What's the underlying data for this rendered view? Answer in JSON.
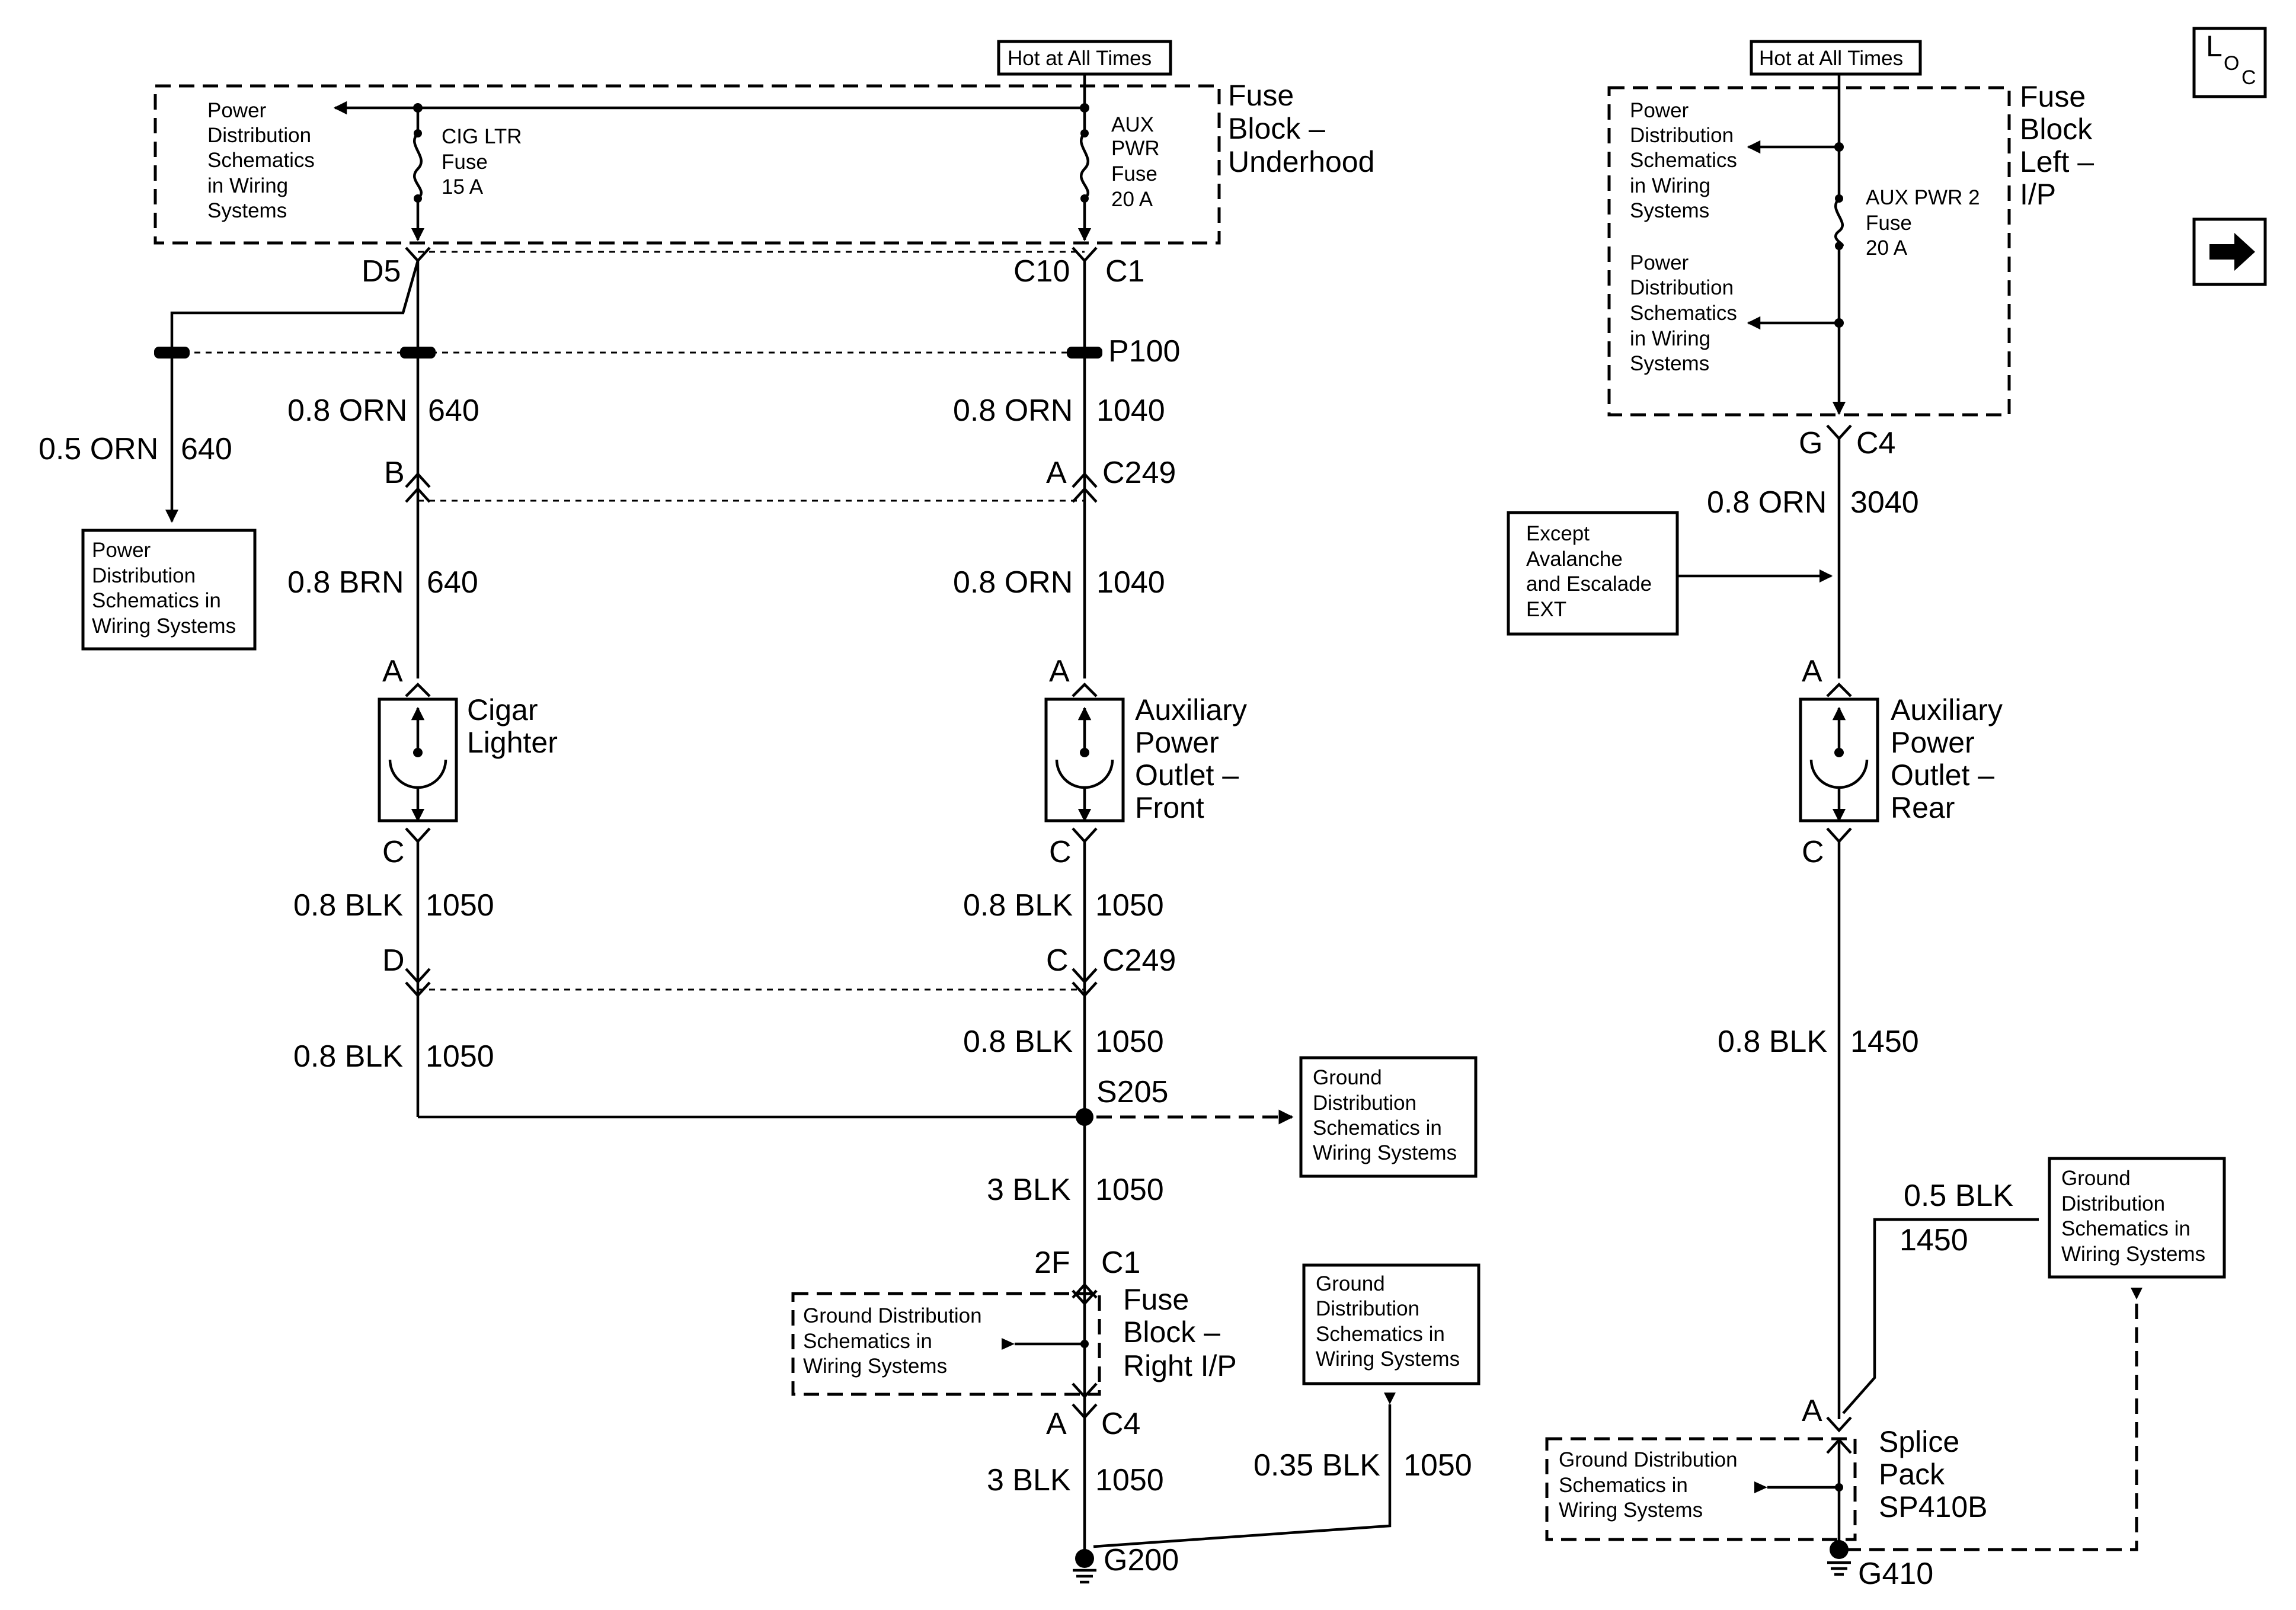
{
  "nav": {
    "loc_icon": "loc-icon",
    "next_icon": "right-arrow-icon"
  },
  "left": {
    "hot_label": "Hot at All Times",
    "fuse_block": {
      "line1": "Fuse",
      "line2": "Block –",
      "line3": "Underhood"
    },
    "pd_ref": [
      "Power",
      "Distribution",
      "Schematics",
      "in Wiring",
      "Systems"
    ],
    "cig_fuse": [
      "CIG LTR",
      "Fuse",
      "15 A"
    ],
    "aux_fuse": [
      "AUX",
      "PWR",
      "Fuse",
      "20 A"
    ],
    "conn_d5": "D5",
    "conn_c10": "C10",
    "conn_c1": "C1",
    "p100": "P100",
    "w_05orn": "0.5 ORN",
    "c_640a": "640",
    "pd_box": [
      "Power",
      "Distribution",
      "Schematics in",
      "Wiring Systems"
    ],
    "w_08orn_a": "0.8 ORN",
    "c_640b": "640",
    "w_08orn_b": "0.8 ORN",
    "c_1040a": "1040",
    "pin_b": "B",
    "pin_a_c249": "A",
    "c249_top": "C249",
    "w_08brn": "0.8 BRN",
    "c_640c": "640",
    "w_08orn_c": "0.8 ORN",
    "c_1040b": "1040",
    "pin_a_cig": "A",
    "pin_a_aux": "A",
    "cigar": [
      "Cigar",
      "Lighter"
    ],
    "aux_front": [
      "Auxiliary",
      "Power",
      "Outlet –",
      "Front"
    ],
    "pin_c_cig": "C",
    "pin_c_aux": "C",
    "w_08blk_a": "0.8 BLK",
    "c_1050a": "1050",
    "w_08blk_b": "0.8 BLK",
    "c_1050b": "1050",
    "pin_d": "D",
    "pin_c_c249": "C",
    "c249_bot": "C249",
    "w_08blk_c": "0.8 BLK",
    "c_1050c": "1050",
    "w_08blk_d": "0.8 BLK",
    "c_1050d": "1050",
    "s205": "S205",
    "gd_box1": [
      "Ground",
      "Distribution",
      "Schematics in",
      "Wiring Systems"
    ],
    "w_3blk_a": "3 BLK",
    "c_1050e": "1050",
    "pin_2f": "2F",
    "conn_c1_rip": "C1",
    "gd_dash_box": [
      "Ground Distribution",
      "Schematics in",
      "Wiring Systems"
    ],
    "fuse_rip": [
      "Fuse",
      "Block –",
      "Right I/P"
    ],
    "pin_a_c4": "A",
    "conn_c4": "C4",
    "gd_box2": [
      "Ground",
      "Distribution",
      "Schematics in",
      "Wiring Systems"
    ],
    "w_3blk_b": "3 BLK",
    "c_1050f": "1050",
    "w_035blk": "0.35 BLK",
    "c_1050g": "1050",
    "g200": "G200"
  },
  "right": {
    "hot_label": "Hot at All Times",
    "fuse_block": {
      "line1": "Fuse",
      "line2": "Block",
      "line3": "Left –",
      "line4": "I/P"
    },
    "pd_ref1": [
      "Power",
      "Distribution",
      "Schematics",
      "in Wiring",
      "Systems"
    ],
    "pd_ref2": [
      "Power",
      "Distribution",
      "Schematics",
      "in Wiring",
      "Systems"
    ],
    "aux2_fuse": [
      "AUX PWR 2",
      "Fuse",
      "20 A"
    ],
    "pin_g": "G",
    "conn_c4": "C4",
    "w_08orn": "0.8 ORN",
    "c_3040": "3040",
    "except_box": [
      "Except",
      "Avalanche",
      "and Escalade",
      "EXT"
    ],
    "pin_a": "A",
    "aux_rear": [
      "Auxiliary",
      "Power",
      "Outlet –",
      "Rear"
    ],
    "pin_c": "C",
    "w_08blk": "0.8 BLK",
    "c_1450a": "1450",
    "w_05blk": "0.5 BLK",
    "c_1450b": "1450",
    "gd_box": [
      "Ground",
      "Distribution",
      "Schematics in",
      "Wiring Systems"
    ],
    "pin_a_sp": "A",
    "gd_dash_box": [
      "Ground Distribution",
      "Schematics in",
      "Wiring Systems"
    ],
    "splice": [
      "Splice",
      "Pack",
      "SP410B"
    ],
    "g410": "G410"
  }
}
